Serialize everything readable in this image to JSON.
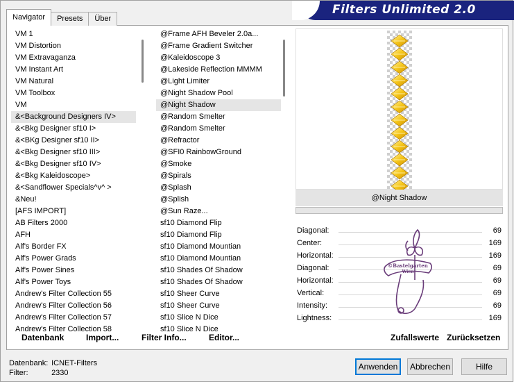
{
  "banner": {
    "title": "Filters Unlimited 2.0"
  },
  "tabs": [
    {
      "label": "Navigator",
      "active": true
    },
    {
      "label": "Presets",
      "active": false
    },
    {
      "label": "Über",
      "active": false
    }
  ],
  "categories": {
    "items": [
      "VM 1",
      "VM Distortion",
      "VM Extravaganza",
      "VM Instant Art",
      "VM Natural",
      "VM Toolbox",
      "VM",
      "&<Background Designers IV>",
      "&<Bkg Designer sf10 I>",
      "&<BKg Designer sf10 II>",
      "&<Bkg Designer sf10 III>",
      "&<Bkg Designer sf10 IV>",
      "&<Bkg Kaleidoscope>",
      "&<Sandflower Specials^v^ >",
      "&Neu!",
      "[AFS IMPORT]",
      "AB Filters 2000",
      "AFH",
      "Alf's Border FX",
      "Alf's Power Grads",
      "Alf's Power Sines",
      "Alf's Power Toys",
      "Andrew's Filter Collection 55",
      "Andrew's Filter Collection 56",
      "Andrew's Filter Collection 57",
      "Andrew's Filter Collection 58"
    ],
    "selected_index": 7
  },
  "filters": {
    "items": [
      "@Frame AFH Beveler 2.0a...",
      "@Frame Gradient Switcher",
      "@Kaleidoscope 3",
      "@Lakeside Reflection MMMM",
      "@Light Limiter",
      "@Night Shadow Pool",
      "@Night Shadow",
      "@Random Smelter",
      "@Random Smelter",
      "@Refractor",
      "@SFI0 RainbowGround",
      "@Smoke",
      "@Spirals",
      "@Splash",
      "@Splish",
      "@Sun Raze...",
      "sf10 Diamond Flip",
      "sf10 Diamond Flip",
      "sf10 Diamond Mountian",
      "sf10 Diamond Mountian",
      "sf10 Shades Of Shadow",
      "sf10 Shades Of Shadow",
      "sf10 Sheer Curve",
      "sf10 Sheer Curve",
      "sf10 Slice N Dice",
      "sf10 Slice N Dice"
    ],
    "selected_index": 6
  },
  "preview": {
    "filter_name": "@Night Shadow"
  },
  "params": [
    {
      "label": "Diagonal:",
      "value": "69"
    },
    {
      "label": "Center:",
      "value": "169"
    },
    {
      "label": "Horizontal:",
      "value": "169"
    },
    {
      "label": "Diagonal:",
      "value": "69"
    },
    {
      "label": "Horizontal:",
      "value": "69"
    },
    {
      "label": "Vertical:",
      "value": "69"
    },
    {
      "label": "Intensity:",
      "value": "69"
    },
    {
      "label": "Lightness:",
      "value": "169"
    }
  ],
  "watermark": {
    "line1": "©Bastelgarten",
    "line2": "Wien"
  },
  "toolbar": {
    "database": "Datenbank",
    "import": "Import...",
    "filter_info": "Filter Info...",
    "editor": "Editor...",
    "randomize": "Zufallswerte",
    "reset": "Zurücksetzen"
  },
  "status": {
    "db_label": "Datenbank:",
    "db_value": "ICNET-Filters",
    "filter_label": "Filter:",
    "filter_value": "2330"
  },
  "buttons": {
    "apply": "Anwenden",
    "cancel": "Abbrechen",
    "help": "Hilfe"
  },
  "colors": {
    "banner": "#1a237e",
    "accent": "#0078d7",
    "watermark": "#6a3d7a",
    "gem": "#f5c518"
  }
}
